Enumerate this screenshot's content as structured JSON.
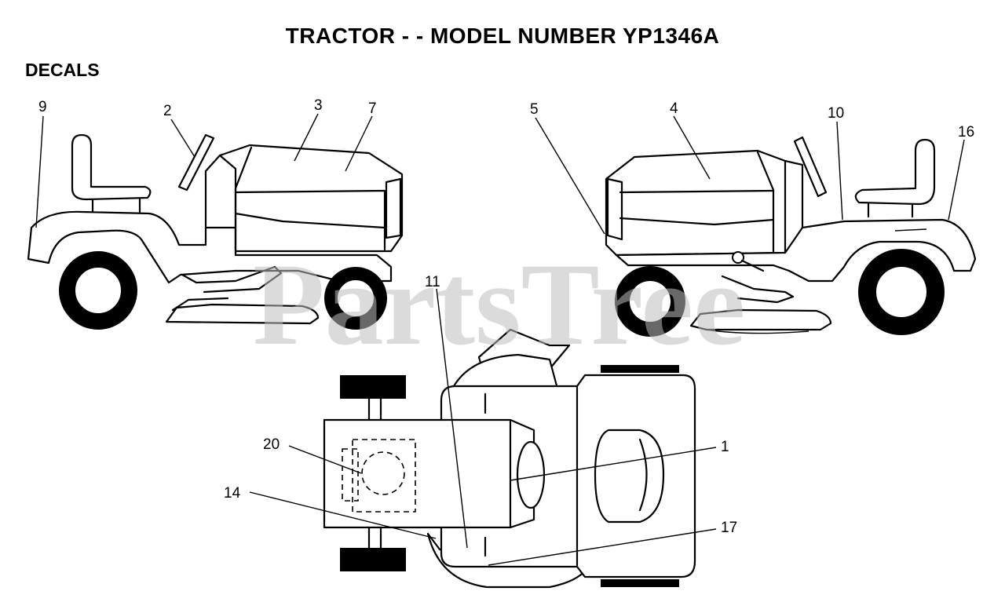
{
  "title": "TRACTOR - - MODEL NUMBER YP1346A",
  "section": "DECALS",
  "watermark": "PartsTree",
  "callouts": [
    "9",
    "2",
    "3",
    "7",
    "5",
    "4",
    "10",
    "16",
    "11",
    "20",
    "1",
    "14",
    "17"
  ]
}
